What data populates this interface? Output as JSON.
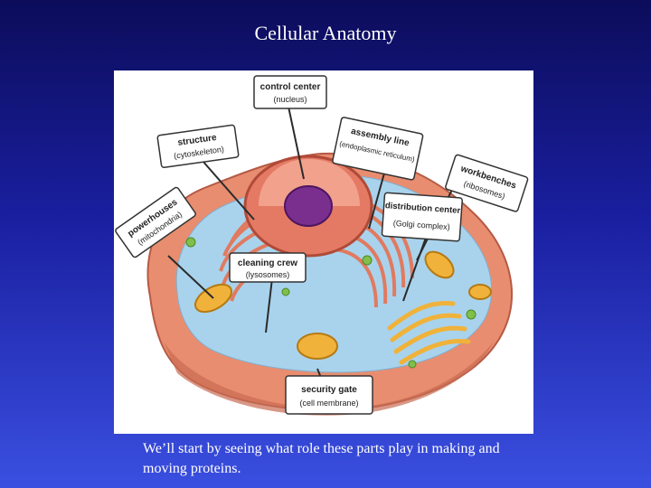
{
  "slide": {
    "title": "Cellular Anatomy",
    "caption": "We’ll start by seeing what role these parts play in making and moving proteins."
  },
  "figure": {
    "labels": [
      {
        "key": "control-center",
        "title": "control center",
        "subtitle": "(nucleus)"
      },
      {
        "key": "structure",
        "title": "structure",
        "subtitle": "(cytoskeleton)"
      },
      {
        "key": "assembly-line",
        "title": "assembly line",
        "subtitle": "(endoplasmic reticulum)"
      },
      {
        "key": "workbenches",
        "title": "workbenches",
        "subtitle": "(ribosomes)"
      },
      {
        "key": "powerhouses",
        "title": "powerhouses",
        "subtitle": "(mitochondria)"
      },
      {
        "key": "distribution-center",
        "title": "distribution center",
        "subtitle": "(Golgi complex)"
      },
      {
        "key": "cleaning-crew",
        "title": "cleaning crew",
        "subtitle": "(lysosomes)"
      },
      {
        "key": "security-gate",
        "title": "security gate",
        "subtitle": "(cell membrane)"
      }
    ]
  },
  "colors": {
    "background_top": "#0c0c5a",
    "background_bottom": "#3a4fe0",
    "membrane": "#e88d6f",
    "cytoplasm": "#a9d3ec",
    "nucleolus": "#7a2f8f",
    "mitochondria": "#f0b23a"
  }
}
